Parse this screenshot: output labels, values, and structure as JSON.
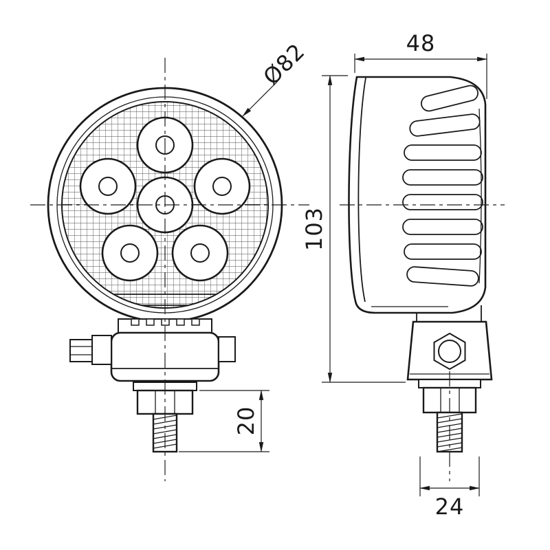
{
  "dimensions": {
    "diameter": "Ø82",
    "width": "48",
    "height": "103",
    "stud_length": "20",
    "stud_width": "24"
  },
  "colors": {
    "line": "#1a1a1a",
    "background": "#ffffff"
  }
}
